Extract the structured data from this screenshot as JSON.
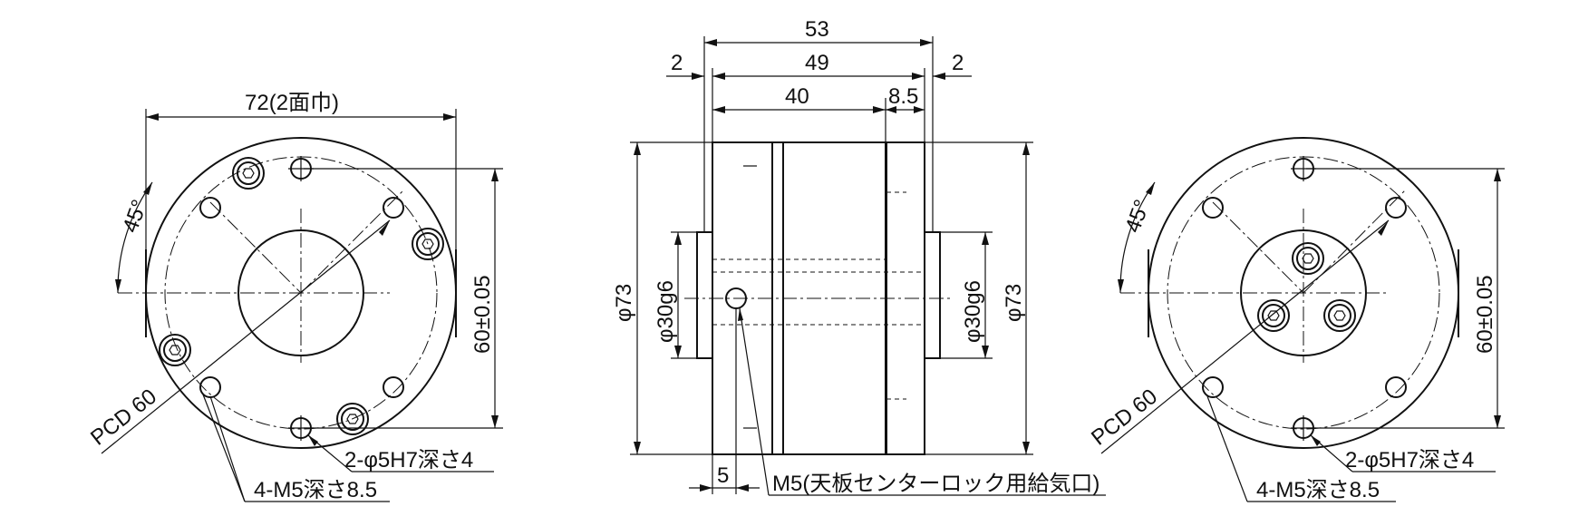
{
  "left_view": {
    "width_label": "72(2面巾)",
    "angle_label": "45°",
    "pcd_label": "PCD 60",
    "vertical_dim_label": "60±0.05",
    "hole_callout": "2-φ5H7深さ4",
    "tap_callout": "4-M5深さ8.5"
  },
  "side_view": {
    "overall_label": "53",
    "inner_label": "49",
    "left_step_label": "2",
    "right_step_label": "2",
    "body_label": "40",
    "plate_label": "8.5",
    "left_dia_label": "φ73",
    "left_boss_label": "φ30g6",
    "right_boss_label": "φ30g6",
    "right_dia_label": "φ73",
    "port_offset_label": "5",
    "port_callout": "M5(天板センターロック用給気口)"
  },
  "right_view": {
    "angle_label": "45°",
    "pcd_label": "PCD 60",
    "vertical_dim_label": "60±0.05",
    "hole_callout": "2-φ5H7深さ4",
    "tap_callout": "4-M5深さ8.5"
  }
}
